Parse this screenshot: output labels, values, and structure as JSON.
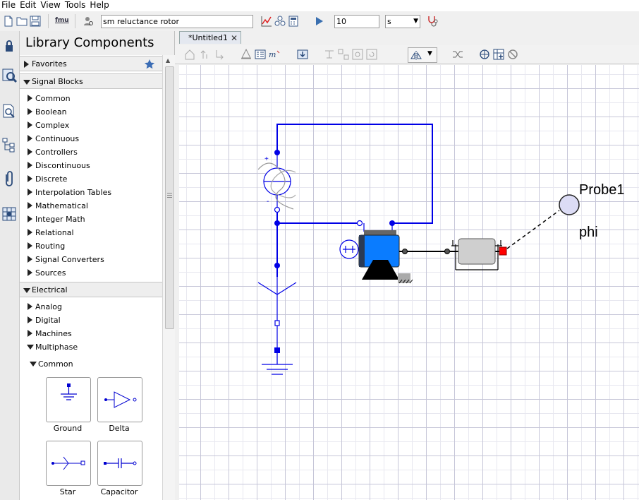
{
  "menu": [
    "File",
    "Edit",
    "View",
    "Tools",
    "Help"
  ],
  "toolbar": {
    "fmu_label": "fmu",
    "search_value": "sm reluctance rotor",
    "stop_time": "10",
    "time_unit": "s"
  },
  "library": {
    "title": "Library Components",
    "sections": {
      "favorites": "Favorites",
      "signal_blocks": "Signal Blocks",
      "electrical": "Electrical"
    },
    "signal_items": [
      "Common",
      "Boolean",
      "Complex",
      "Continuous",
      "Controllers",
      "Discontinuous",
      "Discrete",
      "Interpolation Tables",
      "Mathematical",
      "Integer Math",
      "Relational",
      "Routing",
      "Signal Converters",
      "Sources"
    ],
    "electrical_items": [
      "Analog",
      "Digital",
      "Machines",
      "Multiphase"
    ],
    "multiphase_sub": "Common",
    "cards": [
      "Ground",
      "Delta",
      "Star",
      "Capacitor"
    ]
  },
  "editor": {
    "tab_label": "*Untitled1",
    "probe_name": "Probe1",
    "probe_value": "phi",
    "source_plus": "+",
    "source_minus": "-"
  },
  "colors": {
    "wire": "#0000e6",
    "motor": "#0a7cff",
    "probe_port": "#ff0000",
    "accent_star": "#3b6db5"
  }
}
